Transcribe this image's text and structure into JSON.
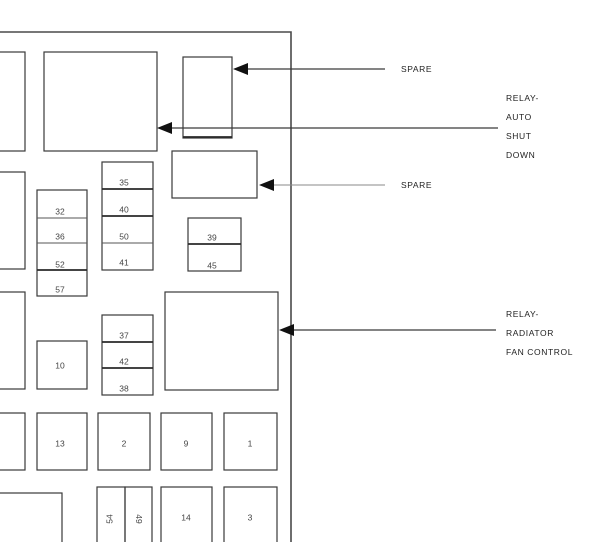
{
  "fuses": {
    "f35": "35",
    "f40": "40",
    "f50": "50",
    "f41": "41",
    "f32": "32",
    "f36": "36",
    "f52": "52",
    "f57": "57",
    "f39": "39",
    "f45": "45",
    "f10": "10",
    "f37": "37",
    "f42": "42",
    "f38": "38",
    "f13": "13",
    "f2": "2",
    "f9": "9",
    "f1": "1",
    "f54": "54",
    "f49": "49",
    "f14": "14",
    "f3": "3"
  },
  "callouts": {
    "spare_top": "SPARE",
    "relay_asd": [
      "RELAY-",
      "AUTO",
      "SHUT",
      "DOWN"
    ],
    "spare_mid": "SPARE",
    "relay_rad": [
      "RELAY-",
      "RADIATOR",
      "FAN CONTROL"
    ]
  }
}
